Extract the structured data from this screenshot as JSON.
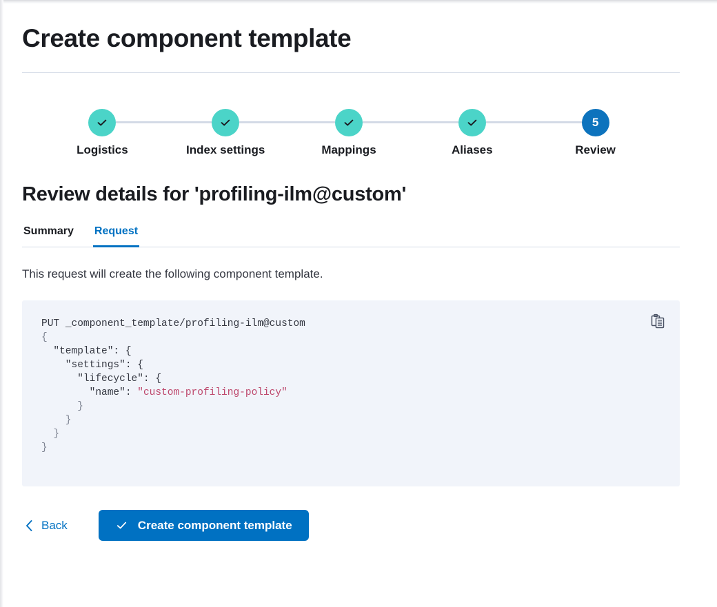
{
  "window": {
    "title": "Create component template"
  },
  "stepper": {
    "steps": [
      {
        "label": "Logistics",
        "state": "complete",
        "number": "1",
        "icon": "check-icon"
      },
      {
        "label": "Index settings",
        "state": "complete",
        "number": "2",
        "icon": "check-icon"
      },
      {
        "label": "Mappings",
        "state": "complete",
        "number": "3",
        "icon": "check-icon"
      },
      {
        "label": "Aliases",
        "state": "complete",
        "number": "4",
        "icon": "check-icon"
      },
      {
        "label": "Review",
        "state": "current",
        "number": "5",
        "icon": ""
      }
    ],
    "complete_color": "#4bd4c8",
    "current_color": "#0d73bd",
    "connector_color": "#d3dae6"
  },
  "review": {
    "heading": "Review details for 'profiling-ilm@custom'",
    "tabs": [
      {
        "label": "Summary",
        "active": false
      },
      {
        "label": "Request",
        "active": true
      }
    ],
    "active_tab_color": "#0071c2",
    "lead_text": "This request will create the following component template."
  },
  "code_block": {
    "background_color": "#f1f4fa",
    "string_color": "#bd466b",
    "copy_icon": "clipboard-copy-icon",
    "request_line": {
      "method": "PUT",
      "path": "_component_template/profiling-ilm@custom"
    },
    "body_lines": [
      "{",
      "  \"template\": {",
      "    \"settings\": {",
      "      \"lifecycle\": {",
      "        \"name\": \"custom-profiling-policy\"",
      "      }",
      "    }",
      "  }",
      "}"
    ],
    "settings_value": "custom-profiling-policy"
  },
  "actions": {
    "back_label": "Back",
    "back_icon": "chevron-left-icon",
    "submit_label": "Create component template",
    "submit_icon": "check-icon",
    "submit_color": "#0071c2"
  }
}
